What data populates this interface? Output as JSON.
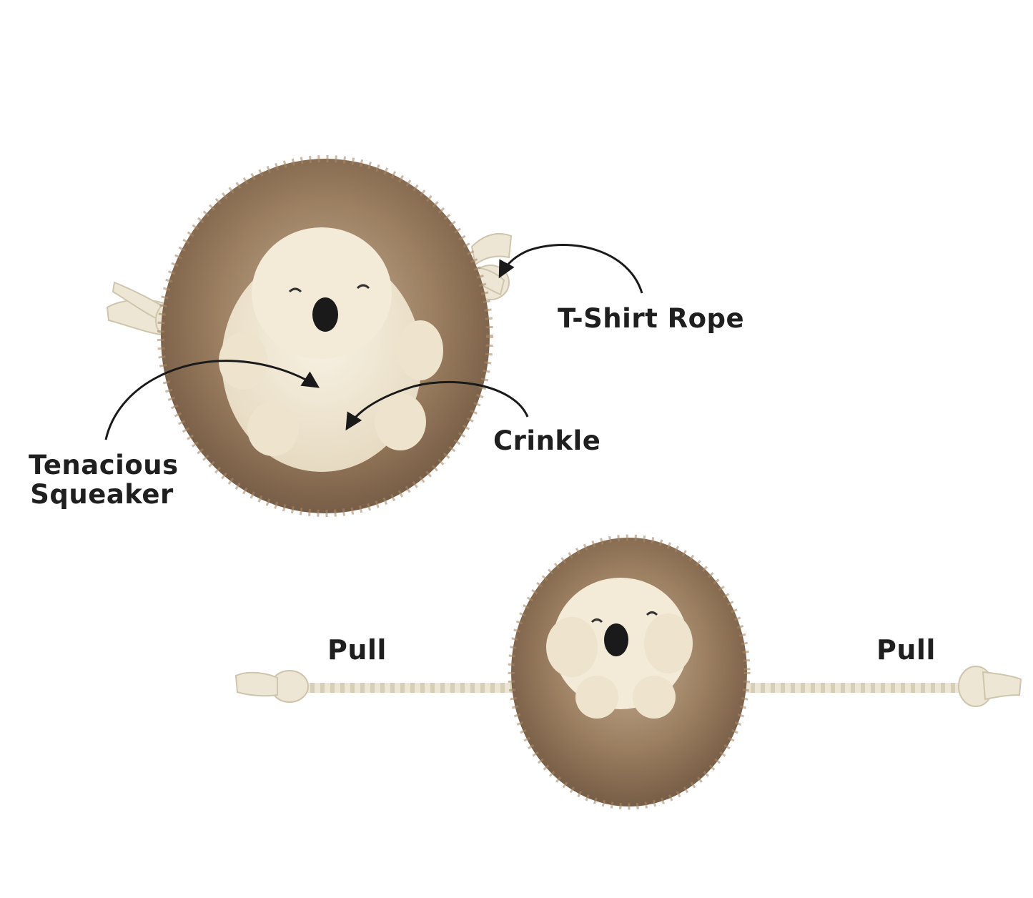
{
  "callouts": {
    "tshirt_rope": "T-Shirt Rope",
    "crinkle": "Crinkle",
    "squeaker_line1": "Tenacious",
    "squeaker_line2": "Squeaker"
  },
  "bottom": {
    "pull_left": "Pull",
    "pull_right": "Pull"
  },
  "colors": {
    "fur": "#8a6e52",
    "fur_light": "#b39a7e",
    "plush_cream": "#efe6d2",
    "rope": "#ede6d4",
    "nose": "#1a1a1a",
    "text": "#1f1f1f"
  },
  "icons": [
    "hedgehog-toy-top",
    "hedgehog-toy-bottom",
    "rope",
    "arrow"
  ]
}
